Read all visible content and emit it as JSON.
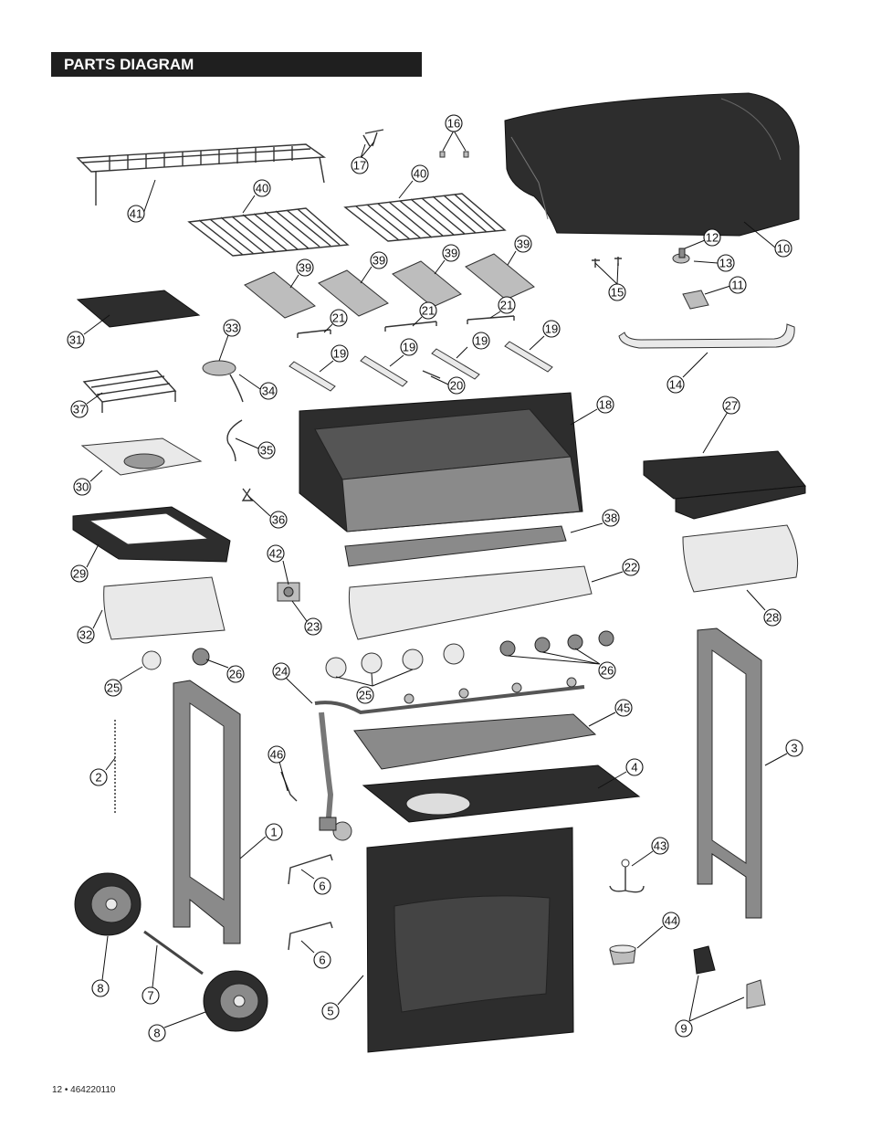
{
  "header": {
    "title": "PARTS DIAGRAM"
  },
  "footer": {
    "text": "12 • 464220110"
  },
  "callouts": {
    "c16": "16",
    "c17": "17",
    "c41": "41",
    "c40a": "40",
    "c40b": "40",
    "c10": "10",
    "c12": "12",
    "c13": "13",
    "c15": "15",
    "c11": "11",
    "c14": "14",
    "c39a": "39",
    "c39b": "39",
    "c39c": "39",
    "c39d": "39",
    "c21a": "21",
    "c21b": "21",
    "c21c": "21",
    "c19a": "19",
    "c19b": "19",
    "c19c": "19",
    "c19d": "19",
    "c20": "20",
    "c31": "31",
    "c33": "33",
    "c34": "34",
    "c37": "37",
    "c35": "35",
    "c30": "30",
    "c36": "36",
    "c29": "29",
    "c18": "18",
    "c27": "27",
    "c38": "38",
    "c22": "22",
    "c42": "42",
    "c23": "23",
    "c28": "28",
    "c32": "32",
    "c25a": "25",
    "c26a": "26",
    "c24": "24",
    "c25b": "25",
    "c26b": "26",
    "c45": "45",
    "c3": "3",
    "c46": "46",
    "c2": "2",
    "c4": "4",
    "c1": "1",
    "c43": "43",
    "c6a": "6",
    "c6b": "6",
    "c44": "44",
    "c8a": "8",
    "c7": "7",
    "c5": "5",
    "c8b": "8",
    "c9": "9"
  }
}
